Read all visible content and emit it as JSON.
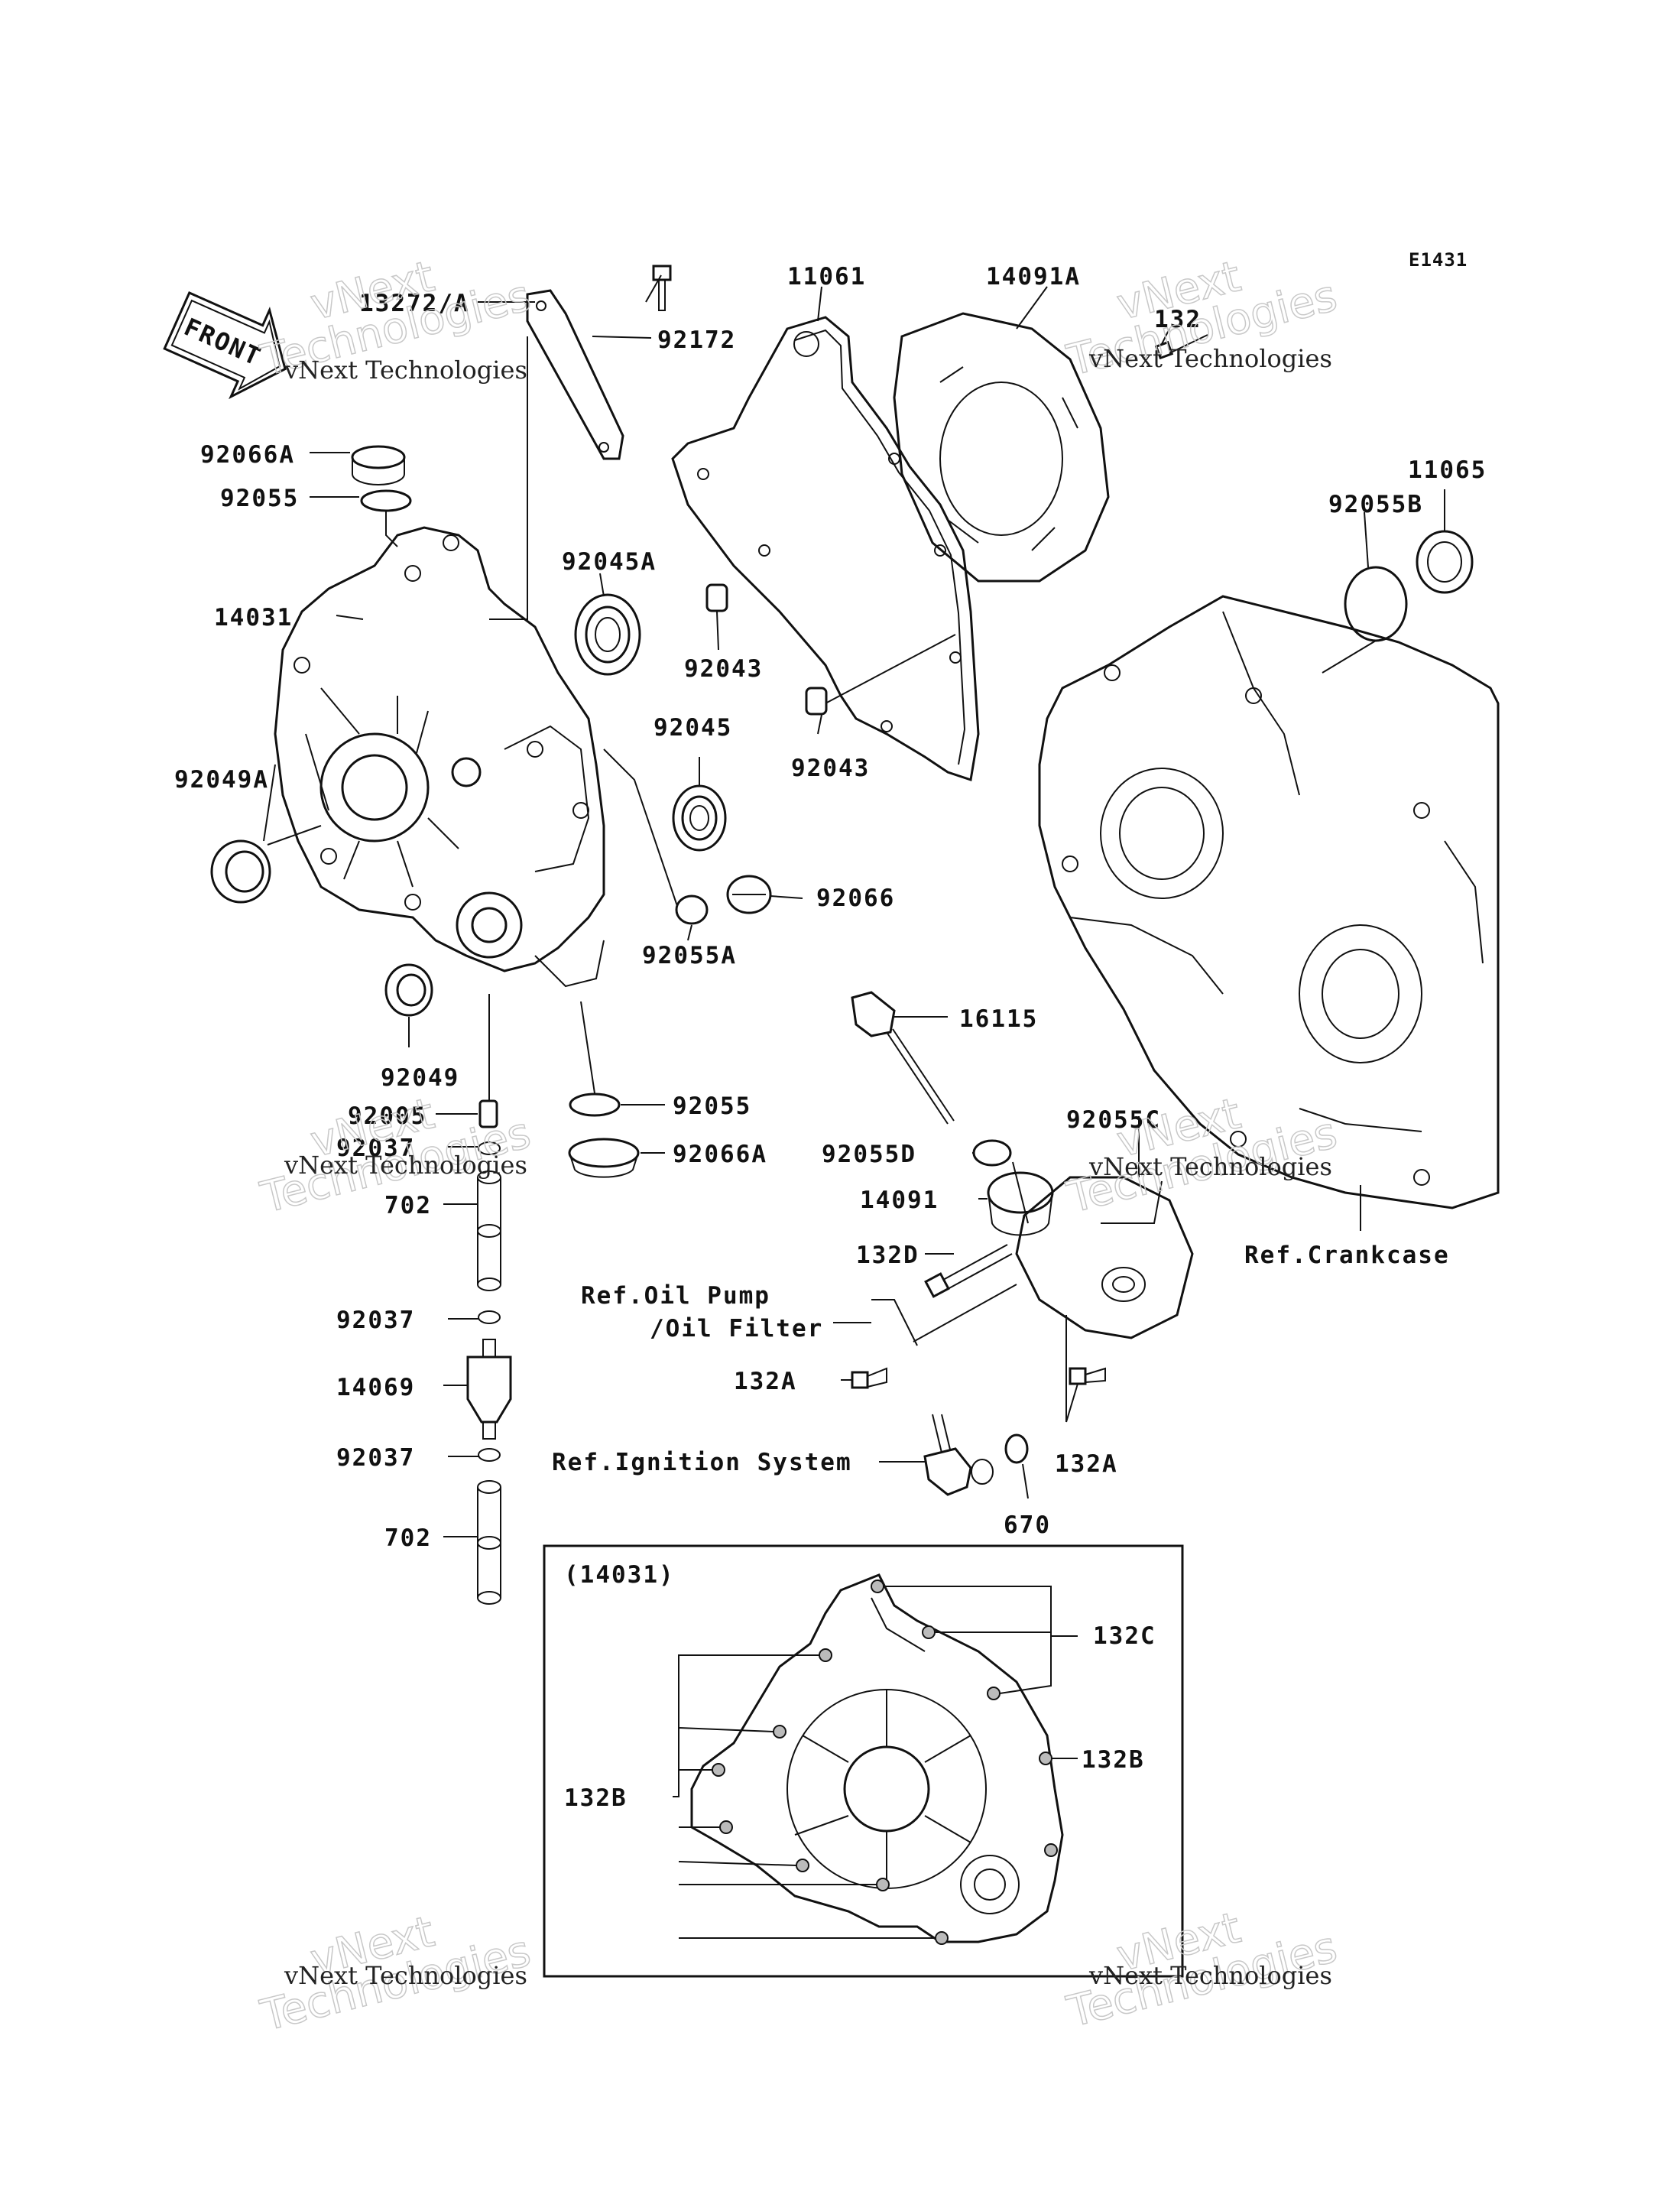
{
  "diagram_code": "E1431",
  "front_arrow_label": "FRONT",
  "watermark": {
    "line1": "vNext Technologies",
    "line2": "Technologies",
    "line3": "vNext"
  },
  "parts": {
    "p13272A": "13272/A",
    "p92172": "92172",
    "p11061": "11061",
    "p14091A": "14091A",
    "p132": "132",
    "p92066A_top": "92066A",
    "p92055_top": "92055",
    "p92045A": "92045A",
    "p92055B": "92055B",
    "p11065": "11065",
    "p14031": "14031",
    "p92043_a": "92043",
    "p92043_b": "92043",
    "p92045": "92045",
    "p92049A": "92049A",
    "p92066": "92066",
    "p92055A": "92055A",
    "p16115": "16115",
    "p92049": "92049",
    "p92055_mid": "92055",
    "p92005": "92005",
    "p92055C": "92055C",
    "p92037_a": "92037",
    "p92066A_mid": "92066A",
    "p92055D": "92055D",
    "p702_a": "702",
    "p14091": "14091",
    "p132D": "132D",
    "p92037_b": "92037",
    "p132A_a": "132A",
    "p14069": "14069",
    "p92037_c": "92037",
    "p132A_b": "132A",
    "p670": "670",
    "p702_b": "702",
    "inset_title": "(14031)",
    "p132C": "132C",
    "p132B_right": "132B",
    "p132B_left": "132B"
  },
  "references": {
    "crankcase": "Ref.Crankcase",
    "oil_pump_1": "Ref.Oil Pump",
    "oil_pump_2": "/Oil Filter",
    "ignition": "Ref.Ignition System"
  }
}
